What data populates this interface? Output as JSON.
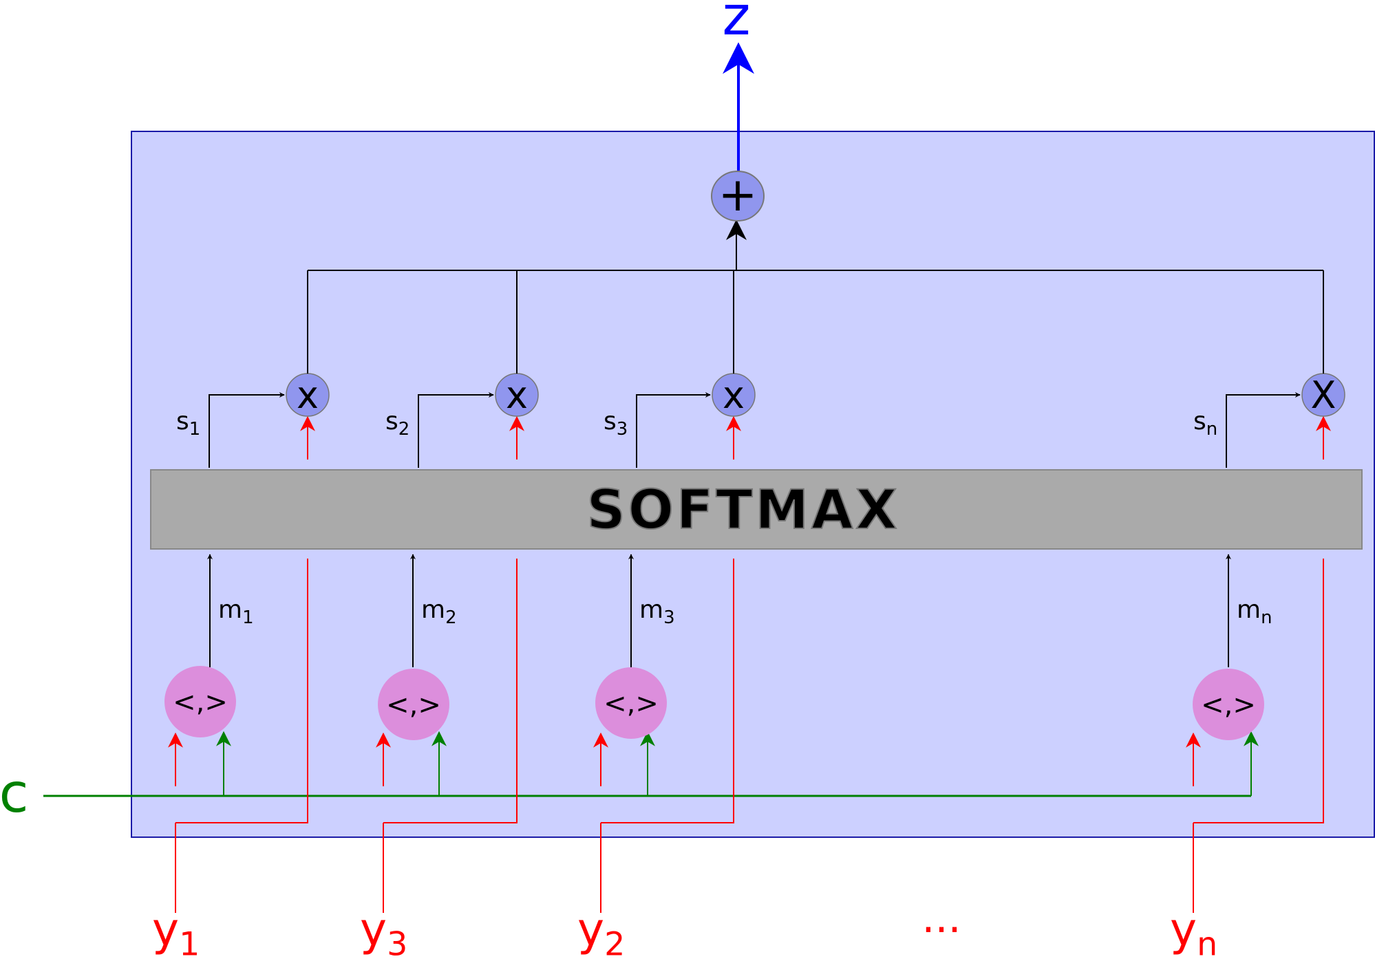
{
  "diagram": {
    "softmax_label": "SOFTMAX",
    "output": {
      "label": "z"
    },
    "sum_node": {
      "symbol": "+"
    },
    "context": {
      "label": "c"
    },
    "ellipsis": "...",
    "columns": [
      {
        "input_base": "y",
        "input_sub": "1",
        "score_base": "m",
        "score_sub": "1",
        "weight_base": "s",
        "weight_sub": "1",
        "dot_symbol": "<,>",
        "mult_symbol": "x"
      },
      {
        "input_base": "y",
        "input_sub": "3",
        "score_base": "m",
        "score_sub": "2",
        "weight_base": "s",
        "weight_sub": "2",
        "dot_symbol": "<,>",
        "mult_symbol": "x"
      },
      {
        "input_base": "y",
        "input_sub": "2",
        "score_base": "m",
        "score_sub": "3",
        "weight_base": "s",
        "weight_sub": "3",
        "dot_symbol": "<,>",
        "mult_symbol": "x"
      },
      {
        "input_base": "y",
        "input_sub": "n",
        "score_base": "m",
        "score_sub": "n",
        "weight_base": "s",
        "weight_sub": "n",
        "dot_symbol": "<,>",
        "mult_symbol": "X"
      }
    ]
  },
  "colors": {
    "panel_fill": "#ccd0ff",
    "panel_stroke": "#1a1aa8",
    "softmax_fill": "#aaaaaa",
    "node_fill": "#9096ee",
    "dot_node_fill": "#dc8edc",
    "input_line": "#ff0000",
    "context_line": "#008000",
    "output_line": "#0000ff",
    "flow_line": "#000000"
  }
}
